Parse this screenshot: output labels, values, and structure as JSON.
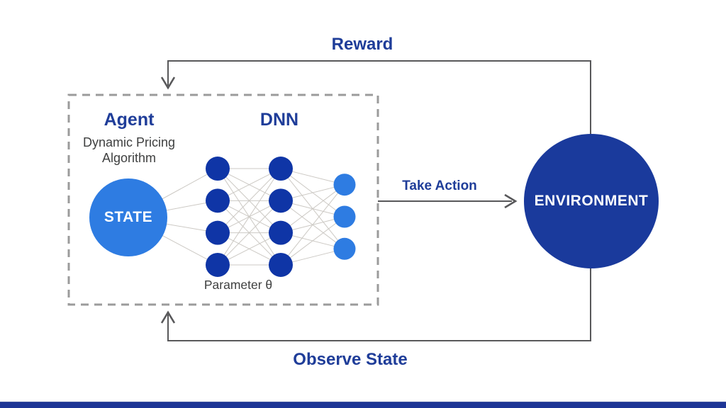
{
  "labels": {
    "reward": "Reward",
    "agent_title": "Agent",
    "agent_subtitle": "Dynamic Pricing Algorithm",
    "dnn_title": "DNN",
    "state": "STATE",
    "parameter": "Parameter θ",
    "take_action": "Take Action",
    "environment": "ENVIRONMENT",
    "observe_state": "Observe State"
  },
  "dnn": {
    "layers": [
      4,
      4,
      3
    ]
  },
  "colors": {
    "heading_navy": "#1F3D99",
    "subtitle_gray": "#3F4040",
    "state_fill": "#2E7CE2",
    "environment_fill": "#1A3A9C",
    "node_dark": "#0F35A6",
    "node_light": "#2E7CE2",
    "connection_gray": "#CCC9C4",
    "arrow_gray": "#58585A",
    "dashed_border": "#9B9B9B",
    "footer_bar": "#1D3596"
  }
}
